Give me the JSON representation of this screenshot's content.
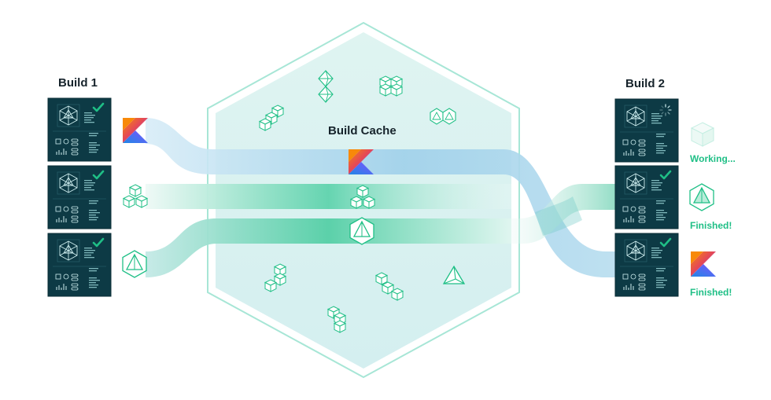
{
  "build1": {
    "title": "Build 1",
    "machines": 3
  },
  "build2": {
    "title": "Build 2",
    "machines": 3
  },
  "cache": {
    "title": "Build Cache"
  },
  "status": {
    "working": "Working...",
    "finished_1": "Finished!",
    "finished_2": "Finished!"
  },
  "colors": {
    "machine_bg": "#0d3a45",
    "check": "#1fbf86",
    "flow_blue": "#b4dcef",
    "flow_green": "#7edbc0",
    "hex_fill": "#dcf3ef",
    "hex_stroke": "#a7e6d6",
    "kotlin_orange": "#f88909",
    "kotlin_purple": "#7f52ff",
    "kotlin_blue": "#1e88e5"
  },
  "icons": [
    "monitor-lattice-icon",
    "checkmark-icon",
    "spinner-icon",
    "kotlin-logo-icon",
    "cubes-icon",
    "hexagon-triangle-icon",
    "octahedron-icon",
    "cube-cluster-icon",
    "tetrahedron-icon"
  ]
}
